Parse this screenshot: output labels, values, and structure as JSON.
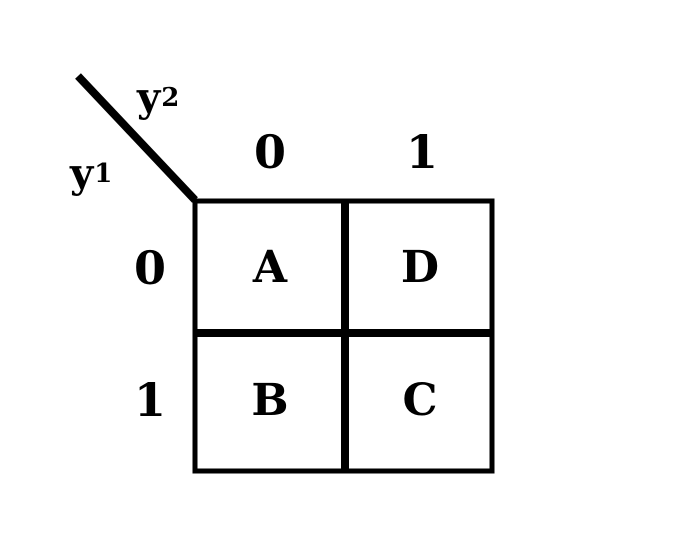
{
  "variables": {
    "col_var": {
      "letter": "y",
      "sub": "2"
    },
    "row_var": {
      "letter": "y",
      "sub": "1"
    }
  },
  "column_headers": [
    "0",
    "1"
  ],
  "row_headers": [
    "0",
    "1"
  ],
  "cells": [
    [
      "A",
      "D"
    ],
    [
      "B",
      "C"
    ]
  ],
  "colors": {
    "line": "#000000",
    "background": "#ffffff"
  }
}
